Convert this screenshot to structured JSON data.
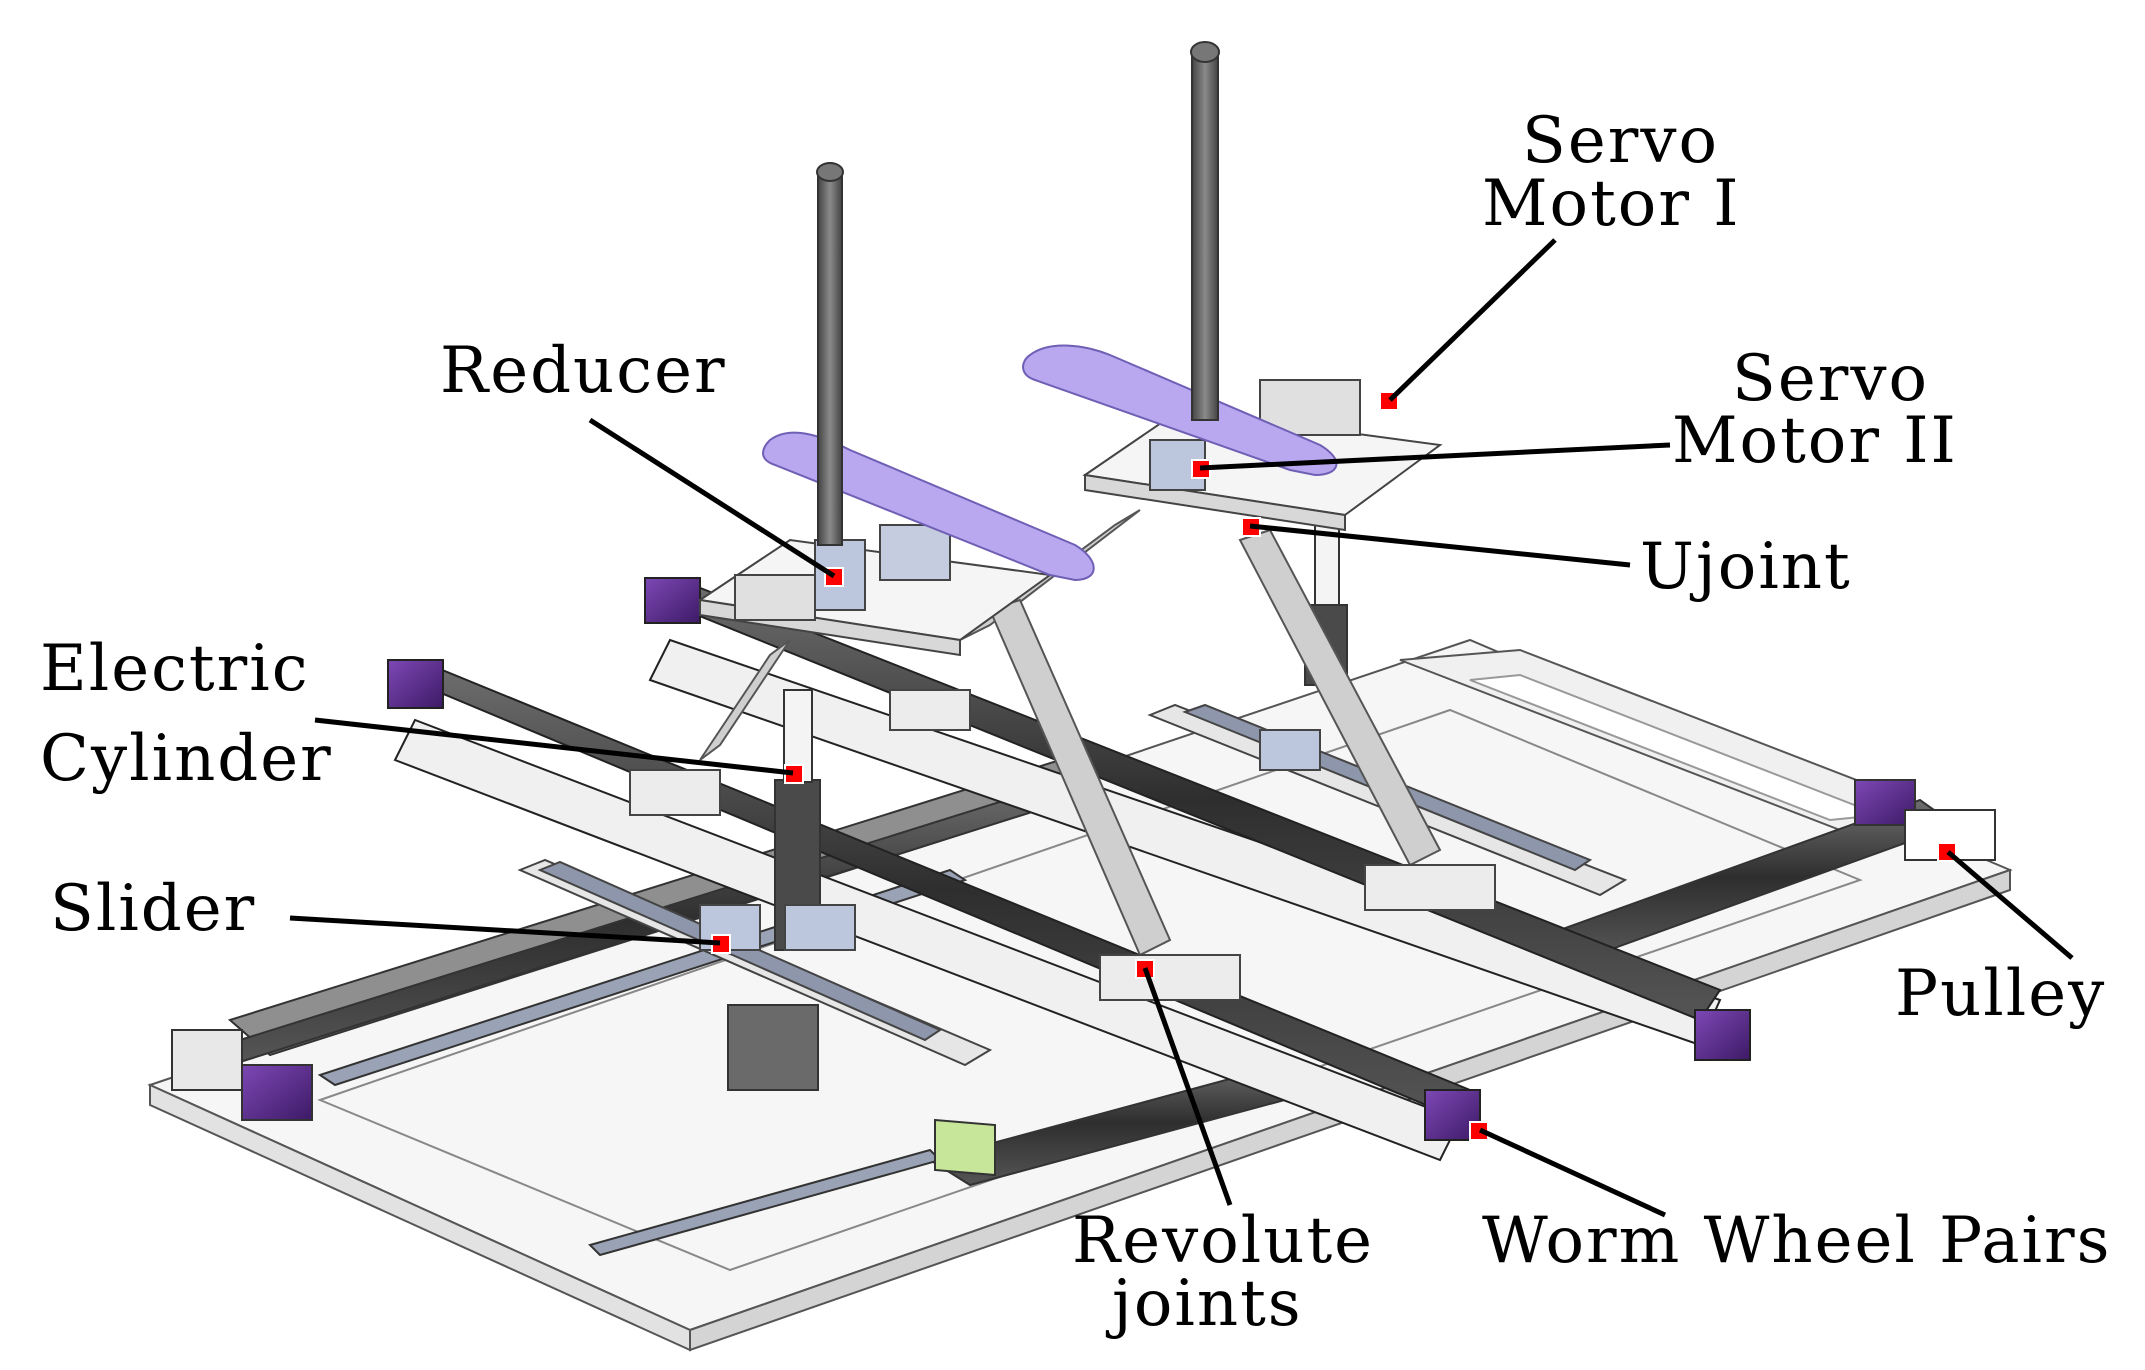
{
  "figure": {
    "labels": {
      "servo_motor_1_line1": "Servo",
      "servo_motor_1_line2": "Motor I",
      "servo_motor_2_line1": "Servo",
      "servo_motor_2_line2": "Motor II",
      "reducer": "Reducer",
      "ujoint": "Ujoint",
      "electric_cylinder_line1": "Electric",
      "electric_cylinder_line2": "Cylinder",
      "slider": "Slider",
      "pulley": "Pulley",
      "revolute_joints_line1": "Revolute",
      "revolute_joints_line2": "joints",
      "worm_wheel_pairs": "Worm Wheel Pairs"
    },
    "colors": {
      "marker": "#ff0000",
      "pedal": "#b9a8ef",
      "motor": "#5b2c8f",
      "rail": "#3d3d3d",
      "frame": "#f4f4f4",
      "link": "#c8c8c8",
      "mount": "#bcc6dc",
      "bracket": "#c8e69a"
    }
  }
}
